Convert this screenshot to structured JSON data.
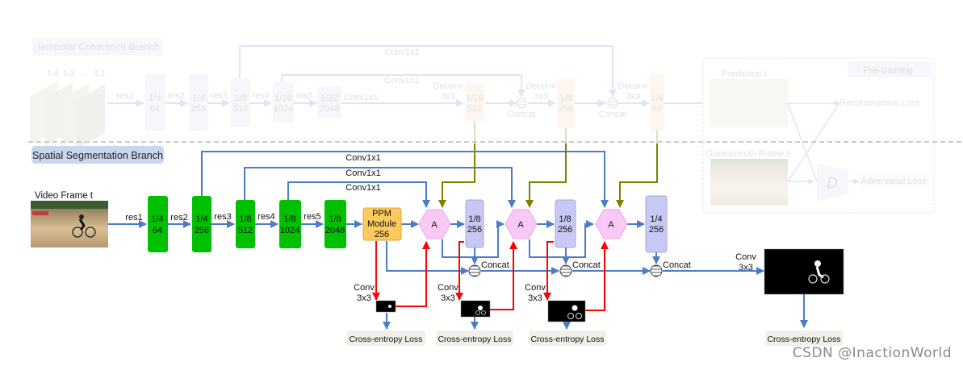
{
  "temporal_branch": {
    "title": "Temporal Coherence Branch",
    "frame_labels": [
      "t-4",
      "t-3",
      "...",
      "t-1"
    ],
    "edges": [
      "res1",
      "res2",
      "res3",
      "res4",
      "res5",
      "Conv1x1"
    ],
    "encoder_blocks": [
      {
        "scale": "1/4",
        "channels": "64"
      },
      {
        "scale": "1/4",
        "channels": "256"
      },
      {
        "scale": "1/8",
        "channels": "512"
      },
      {
        "scale": "1/16",
        "channels": "1024"
      },
      {
        "scale": "1/32",
        "channels": "2048"
      }
    ],
    "skip_labels": [
      "Conv1x1",
      "Conv1x1"
    ],
    "decoder_blocks": [
      {
        "op": "Deconv\n3x3",
        "scale": "1/16",
        "channels": "512"
      },
      {
        "op": "Deconv\n3x3",
        "scale": "1/8",
        "channels": "256"
      },
      {
        "op": "Deconv\n3x3",
        "scale": "1/4",
        "channels": "64"
      }
    ],
    "concat_label": "Concat"
  },
  "pretraining": {
    "title": "Pre-training",
    "prediction_label": "Prediction t",
    "ground_truth_label": "Ground-truth Frame t",
    "reconstruction_loss": "Reconstruction Loss",
    "discriminator_label": "D",
    "adversarial_loss": "Adversarial Loss"
  },
  "spatial_branch": {
    "title": "Spatial Segmentation Branch",
    "input_label": "Video Frame t",
    "edges": [
      "res1",
      "res2",
      "res3",
      "res4",
      "res5"
    ],
    "encoder_blocks": [
      {
        "scale": "1/4",
        "channels": "64"
      },
      {
        "scale": "1/4",
        "channels": "256"
      },
      {
        "scale": "1/8",
        "channels": "512"
      },
      {
        "scale": "1/8",
        "channels": "1024"
      },
      {
        "scale": "1/8",
        "channels": "2048"
      }
    ],
    "skip_labels": [
      "Conv1x1",
      "Conv1x1",
      "Conv1x1"
    ],
    "ppm": {
      "line1": "PPM",
      "line2": "Module",
      "line3": "256"
    },
    "attention_label": "A",
    "decoder_blocks": [
      {
        "scale": "1/8",
        "channels": "256"
      },
      {
        "scale": "1/8",
        "channels": "256"
      },
      {
        "scale": "1/4",
        "channels": "256"
      }
    ],
    "concat_label": "Concat",
    "aux_conv_label": [
      "Conv",
      "3x3"
    ],
    "final_conv_label": [
      "Conv",
      "3x3"
    ],
    "loss_label": "Cross-entropy Loss"
  },
  "colors": {
    "blue_line": "#4a7cc9",
    "green_block": "#00c000",
    "ppm_fill": "#fbc95e",
    "attention_fill": "#f9c9f5",
    "decoder_fill": "#c8c8f4",
    "red_line": "#ff0000",
    "olive_line": "#808000",
    "temporal_block": "#c9d7ee",
    "temporal_decoder": "#fcd3ad",
    "loss_fill": "#f0f0e8"
  },
  "watermark": "CSDN @InactionWorld"
}
